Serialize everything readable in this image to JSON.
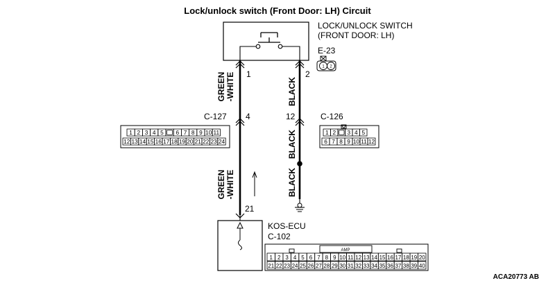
{
  "title": "Lock/unlock switch (Front Door: LH) Circuit",
  "switch": {
    "line1": "LOCK/UNLOCK SWITCH",
    "line2": "(FRONT DOOR: LH)",
    "connector": "E-23",
    "pins": [
      "1",
      "2"
    ]
  },
  "wires": {
    "left_top_line1": "GREEN",
    "left_top_line2": "-WHITE",
    "left_bottom_line1": "GREEN",
    "left_bottom_line2": "-WHITE",
    "right_top": "BLACK",
    "right_mid": "BLACK",
    "right_bottom": "BLACK"
  },
  "pins": {
    "left_switch": "1",
    "right_switch": "2",
    "left_c127": "4",
    "right_c126": "12",
    "ecu": "21"
  },
  "connector_c127": {
    "label": "C-127",
    "row1": [
      "1",
      "2",
      "3",
      "4",
      "5",
      "",
      "6",
      "7",
      "8",
      "9",
      "10",
      "11"
    ],
    "row2": [
      "12",
      "13",
      "14",
      "15",
      "16",
      "17",
      "18",
      "19",
      "20",
      "21",
      "22",
      "23",
      "24"
    ]
  },
  "connector_c126": {
    "label": "C-126",
    "row1": [
      "1",
      "2",
      "",
      "3",
      "4",
      "5"
    ],
    "row2": [
      "6",
      "7",
      "8",
      "9",
      "10",
      "11",
      "12"
    ]
  },
  "ecu": {
    "name": "KOS-ECU",
    "connector": "C-102",
    "amp_label": "AMP",
    "row1": [
      "1",
      "2",
      "3",
      "4",
      "5",
      "6",
      "7",
      "8",
      "9",
      "10",
      "11",
      "12",
      "13",
      "14",
      "15",
      "16",
      "17",
      "18",
      "19",
      "20"
    ],
    "row2": [
      "21",
      "22",
      "23",
      "24",
      "25",
      "26",
      "27",
      "28",
      "29",
      "30",
      "31",
      "32",
      "33",
      "34",
      "35",
      "36",
      "37",
      "38",
      "39",
      "40"
    ]
  },
  "ref_id": "ACA20773 AB",
  "colors": {
    "line": "#000000",
    "background": "#ffffff"
  }
}
